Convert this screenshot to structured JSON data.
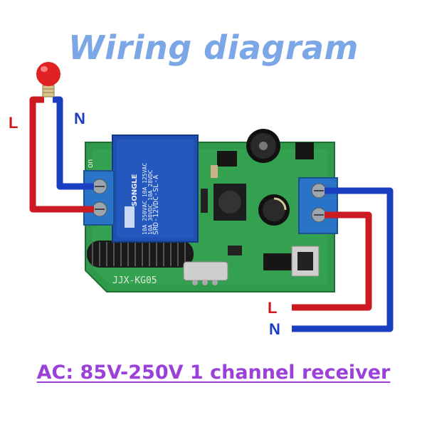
{
  "title": "Wiring diagram",
  "caption": "AC: 85V-250V 1 channel receiver",
  "labels": {
    "left_live": "L",
    "left_neutral": "N",
    "right_live": "L",
    "right_neutral": "N"
  },
  "board": {
    "model_text": "JJX-KG05",
    "relay_brand": "SONGLE",
    "relay_model": "SRD-12VDC-SL-A",
    "relay_rating_1": "10A 250VAC 10A 125VAC",
    "relay_rating_2": "10A 30VDC 10A 28VDC",
    "terminal_out_label": "on"
  },
  "colors": {
    "title": "#7ba7e6",
    "caption": "#9b40d8",
    "live_wire": "#cc1a22",
    "neutral_wire": "#1c3fc2",
    "pcb": "#2f9a4a",
    "relay": "#1f4fb0",
    "terminal": "#2a74c8",
    "bulb": "#e02222"
  },
  "icons": [
    "light-bulb-icon"
  ]
}
